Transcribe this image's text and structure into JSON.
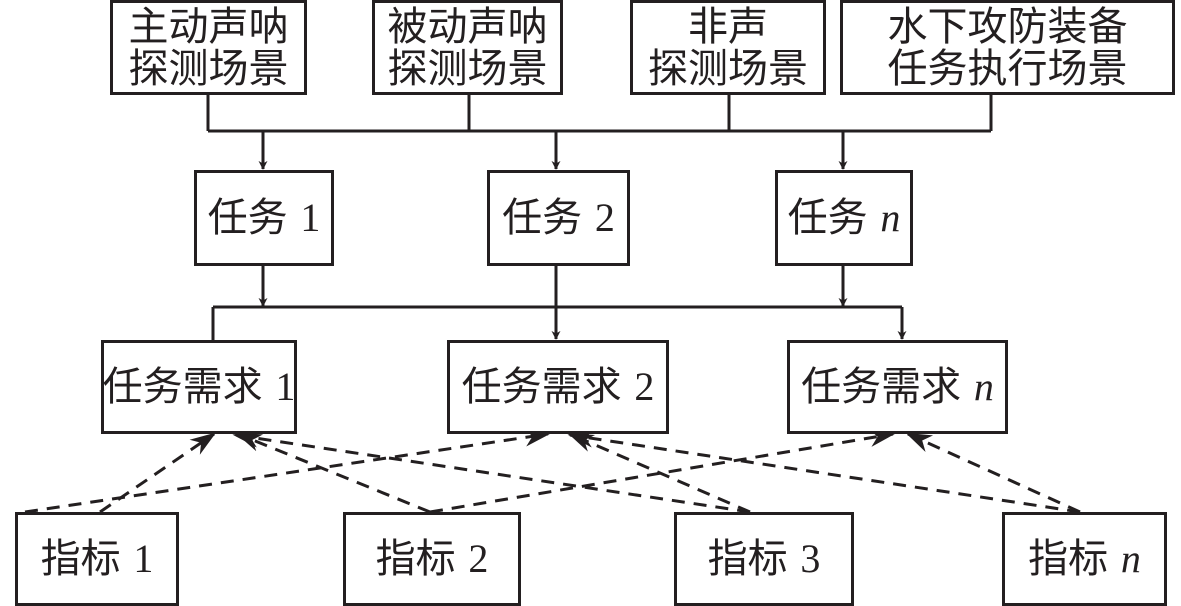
{
  "diagram": {
    "scenarios": [
      {
        "id": "scene-active-sonar",
        "lines": [
          "主动声呐",
          "探测场景"
        ]
      },
      {
        "id": "scene-passive-sonar",
        "lines": [
          "被动声呐",
          "探测场景"
        ]
      },
      {
        "id": "scene-non-acoustic",
        "lines": [
          "非声",
          "探测场景"
        ]
      },
      {
        "id": "scene-underwater-ops",
        "lines": [
          "水下攻防装备",
          "任务执行场景"
        ]
      }
    ],
    "tasks": [
      {
        "id": "task-1",
        "label": "任务",
        "index": "1",
        "index_italic": false
      },
      {
        "id": "task-2",
        "label": "任务",
        "index": "2",
        "index_italic": false
      },
      {
        "id": "task-n",
        "label": "任务",
        "index": "n",
        "index_italic": true
      }
    ],
    "requirements": [
      {
        "id": "req-1",
        "label": "任务需求",
        "index": "1",
        "index_italic": false
      },
      {
        "id": "req-2",
        "label": "任务需求",
        "index": "2",
        "index_italic": false
      },
      {
        "id": "req-n",
        "label": "任务需求",
        "index": "n",
        "index_italic": true
      }
    ],
    "indicators": [
      {
        "id": "ind-1",
        "label": "指标",
        "index": "1",
        "index_italic": false
      },
      {
        "id": "ind-2",
        "label": "指标",
        "index": "2",
        "index_italic": false
      },
      {
        "id": "ind-3",
        "label": "指标",
        "index": "3",
        "index_italic": false
      },
      {
        "id": "ind-n",
        "label": "指标",
        "index": "n",
        "index_italic": true
      }
    ],
    "edges": {
      "scenarios_to_tasks": {
        "from": [
          "scene-active-sonar",
          "scene-passive-sonar",
          "scene-non-acoustic",
          "scene-underwater-ops"
        ],
        "to": [
          "task-1",
          "task-2",
          "task-n"
        ],
        "style": "solid"
      },
      "tasks_to_requirements": {
        "from": [
          "task-1",
          "task-2",
          "task-n"
        ],
        "to": [
          "req-1",
          "req-2",
          "req-n"
        ],
        "style": "solid"
      },
      "indicators_to_requirements": [
        {
          "from": "ind-1",
          "to": "req-1",
          "style": "dashed"
        },
        {
          "from": "ind-1",
          "to": "req-2",
          "style": "dashed"
        },
        {
          "from": "ind-2",
          "to": "req-1",
          "style": "dashed"
        },
        {
          "from": "ind-2",
          "to": "req-n",
          "style": "dashed"
        },
        {
          "from": "ind-3",
          "to": "req-1",
          "style": "dashed"
        },
        {
          "from": "ind-3",
          "to": "req-2",
          "style": "dashed"
        },
        {
          "from": "ind-n",
          "to": "req-2",
          "style": "dashed"
        },
        {
          "from": "ind-n",
          "to": "req-n",
          "style": "dashed"
        }
      ]
    },
    "colors": {
      "stroke": "#231f20",
      "background": "#ffffff"
    }
  }
}
